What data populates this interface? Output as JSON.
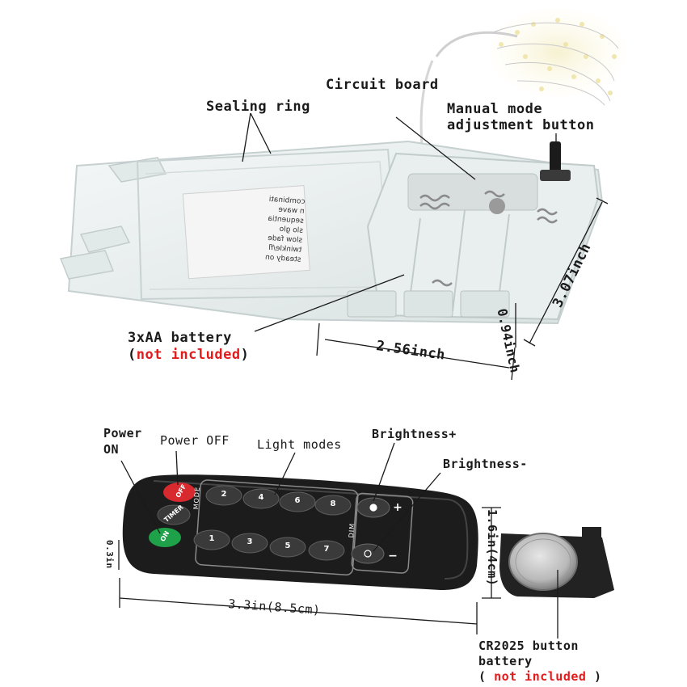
{
  "battery_box": {
    "circuit_board": "Circuit board",
    "sealing_ring": "Sealing ring",
    "manual_button_line1": "Manual mode",
    "manual_button_line2": "adjustment button",
    "battery_label": "3xAA battery",
    "battery_note_open": "(",
    "battery_note": "not included",
    "battery_note_close": ")",
    "dim_length": "3.07inch",
    "dim_width": "2.56inch",
    "dim_depth": "0.94inch",
    "box_insert_text": [
      "combinati",
      "n wave",
      "sequentia",
      "slo glo",
      "slow fade",
      "twinkle/fl",
      "steady on"
    ]
  },
  "remote": {
    "power_on_line1": "Power",
    "power_on_line2": "ON",
    "power_off": "Power OFF",
    "light_modes": "Light modes",
    "brightness_plus": "Brightness+",
    "brightness_minus": "Brightness-",
    "dim_height": "1.6in(4cm)",
    "dim_length": "3.3in(8.5cm)",
    "dim_thickness": "0.3in",
    "side_mode": "MODE",
    "side_dim": "DIM",
    "btn_off": "OFF",
    "btn_timer": "TIMER",
    "btn_on": "ON",
    "btn_plus": "+",
    "btn_minus": "−",
    "top_row": [
      "2",
      "4",
      "6",
      "8"
    ],
    "bottom_row": [
      "1",
      "3",
      "5",
      "7"
    ]
  },
  "coin_battery": {
    "line1": "CR2025 button",
    "line2": "battery",
    "note_open": "( ",
    "note": "not included",
    "note_close": " )"
  },
  "colors": {
    "remote_body": "#1c1c1c",
    "button_dark": "#3a3a3a",
    "power_off_button": "#d8292f",
    "power_on_button": "#1fa14a",
    "note_red": "#e31b1b",
    "battery_box": "#e6ecec"
  }
}
